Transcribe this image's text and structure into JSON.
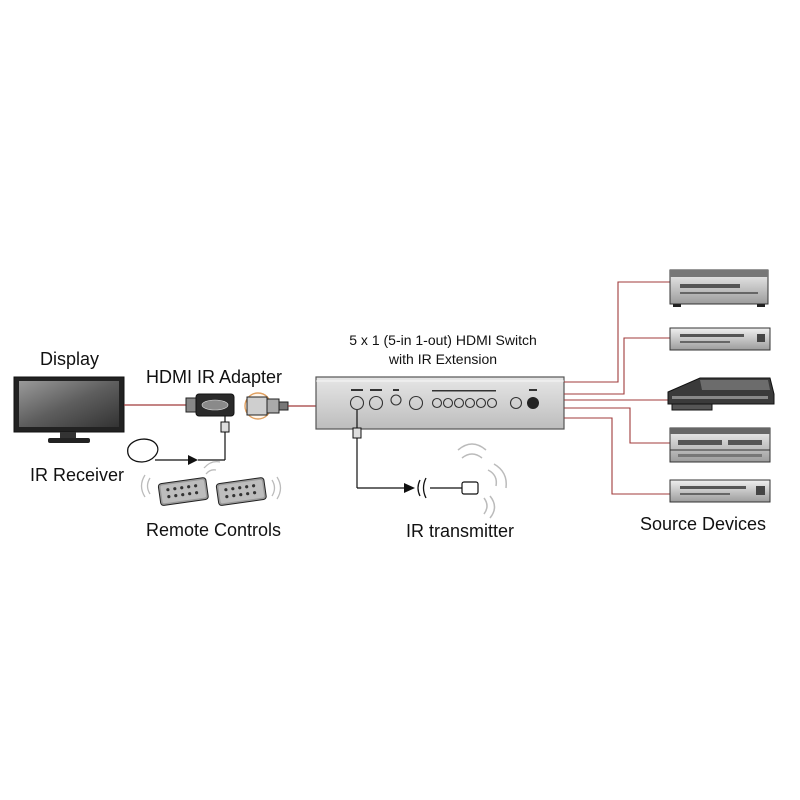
{
  "labels": {
    "display": "Display",
    "ir_adapter": "HDMI IR Adapter",
    "ir_receiver": "IR Receiver",
    "remote_controls": "Remote Controls",
    "switch_line1": "5 x 1 (5-in 1-out) HDMI Switch",
    "switch_line2": "with IR Extension",
    "ir_transmitter": "IR transmitter",
    "source_devices": "Source Devices"
  },
  "colors": {
    "hdmi_cable": "#a03b3b",
    "ir_cable": "#111111",
    "device_light": "#d8d8d8",
    "device_dark": "#555555"
  }
}
